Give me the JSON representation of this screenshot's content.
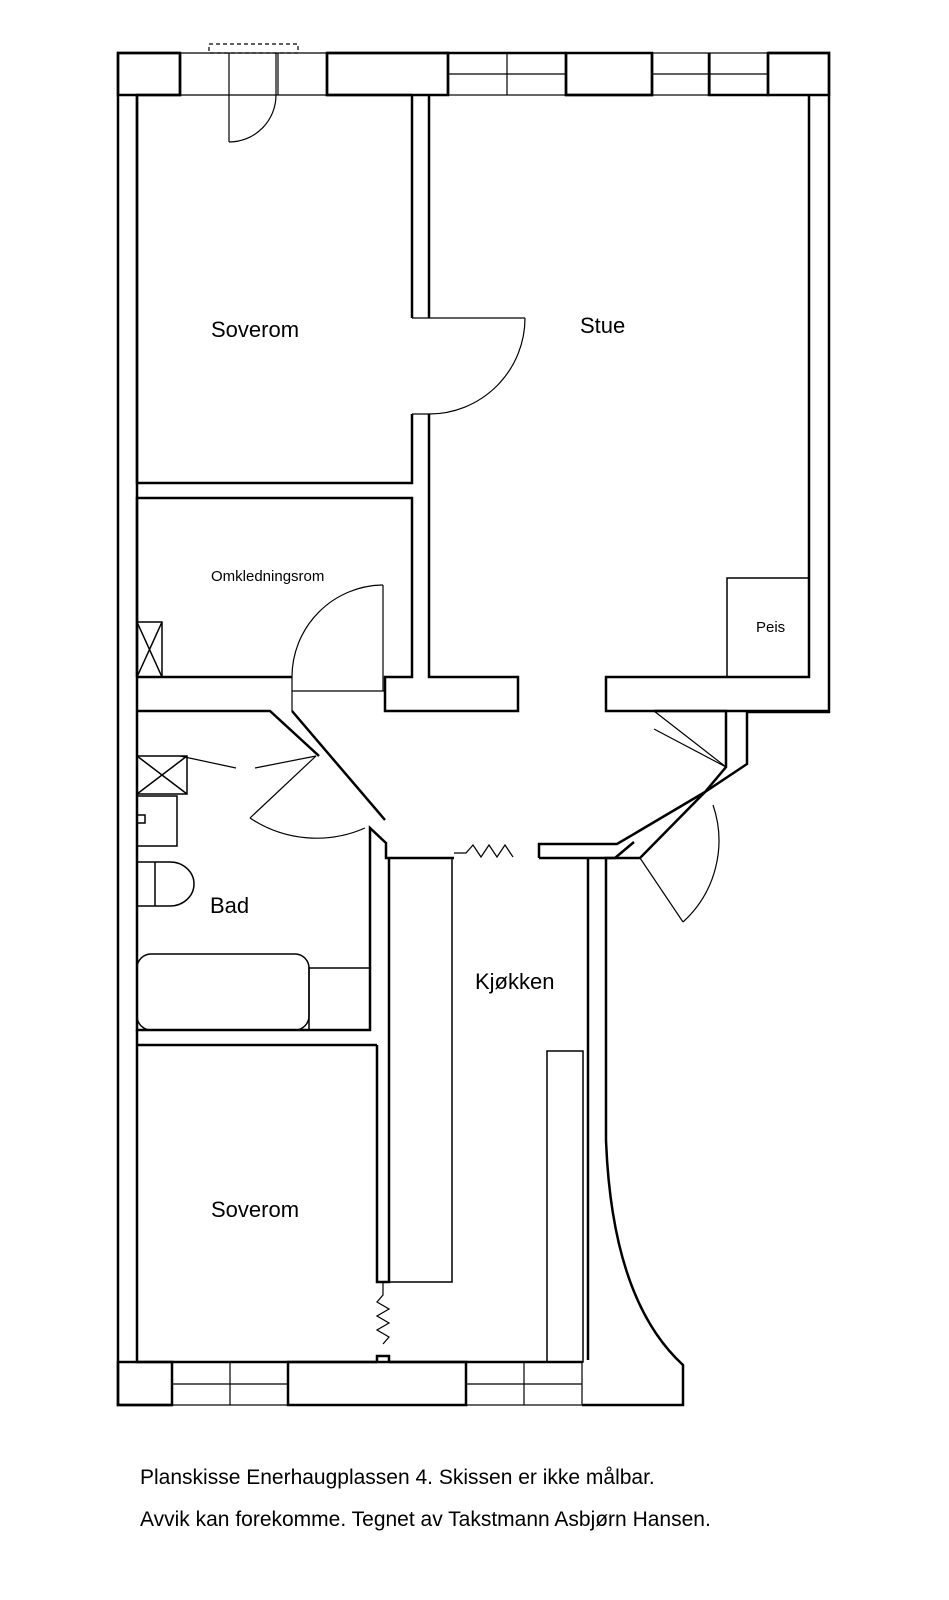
{
  "rooms": {
    "bedroom_top": "Soverom",
    "living_room": "Stue",
    "dressing_room": "Omkledningsrom",
    "fireplace": "Peis",
    "bathroom": "Bad",
    "kitchen": "Kjøkken",
    "bedroom_bottom": "Soverom"
  },
  "caption": {
    "line1": "Planskisse Enerhaugplassen 4. Skissen er ikke målbar.",
    "line2": "Avvik kan forekomme. Tegnet av Takstmann Asbjørn Hansen."
  }
}
